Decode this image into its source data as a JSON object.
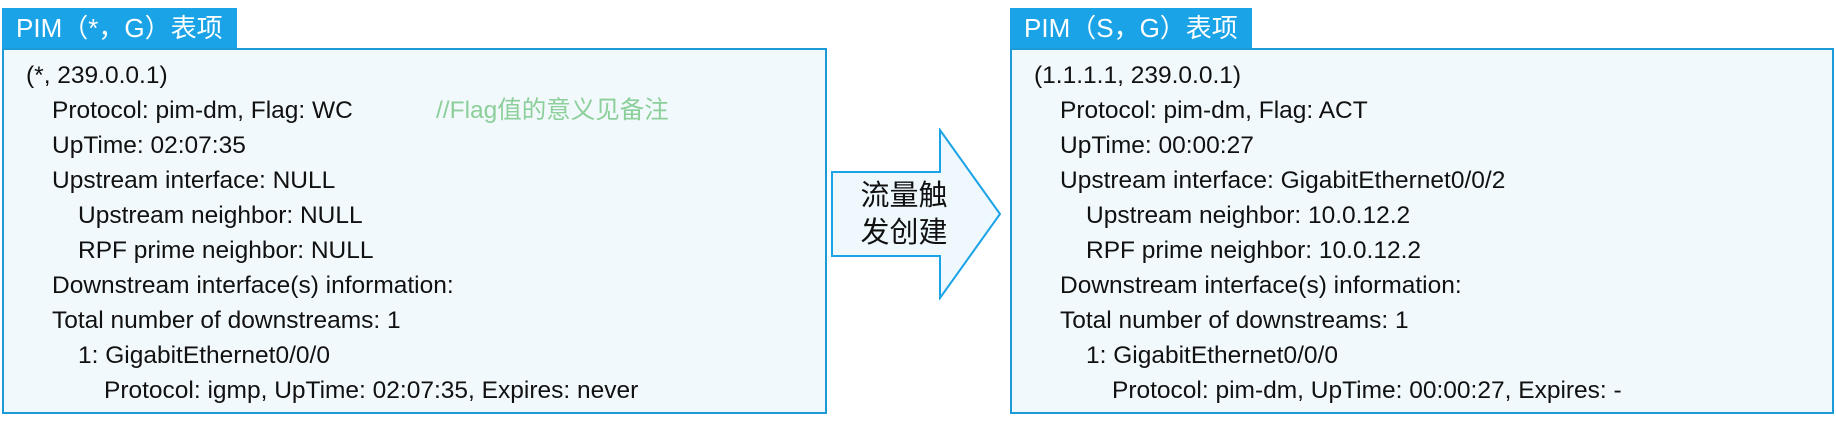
{
  "left_panel": {
    "title": "PIM（*，G）表项",
    "entry": "(*, 239.0.0.1)",
    "protocol_line": "Protocol: pim-dm, Flag: WC",
    "note": "//Flag值的意义见备注",
    "uptime": "UpTime: 02:07:35",
    "upstream_interface": "Upstream interface: NULL",
    "upstream_neighbor": "Upstream neighbor: NULL",
    "rpf_prime_neighbor": "RPF prime neighbor: NULL",
    "downstream_info": "Downstream interface(s) information:",
    "total_downstreams": "Total number of downstreams: 1",
    "downstream_1": "1: GigabitEthernet0/0/0",
    "downstream_1_detail": "Protocol: igmp, UpTime: 02:07:35, Expires: never"
  },
  "arrow": {
    "label_line1": "流量触",
    "label_line2": "发创建",
    "fill_color": "#eef8fd",
    "stroke_color": "#1aa3e6"
  },
  "right_panel": {
    "title": "PIM（S，G）表项",
    "entry": "(1.1.1.1, 239.0.0.1)",
    "protocol_line": "Protocol: pim-dm, Flag: ACT",
    "uptime": "UpTime: 00:00:27",
    "upstream_interface": "Upstream interface: GigabitEthernet0/0/2",
    "upstream_neighbor": "Upstream neighbor: 10.0.12.2",
    "rpf_prime_neighbor": "RPF prime neighbor: 10.0.12.2",
    "downstream_info": "Downstream interface(s) information:",
    "total_downstreams": "Total number of downstreams: 1",
    "downstream_1": "1: GigabitEthernet0/0/0",
    "downstream_1_detail": "Protocol: pim-dm, UpTime: 00:00:27, Expires:  -"
  },
  "colors": {
    "tab": "#1aa3e6",
    "panel_border": "#1c9bd6",
    "panel_fill": "#f2f9fc",
    "note_text": "#8ccf9a"
  }
}
